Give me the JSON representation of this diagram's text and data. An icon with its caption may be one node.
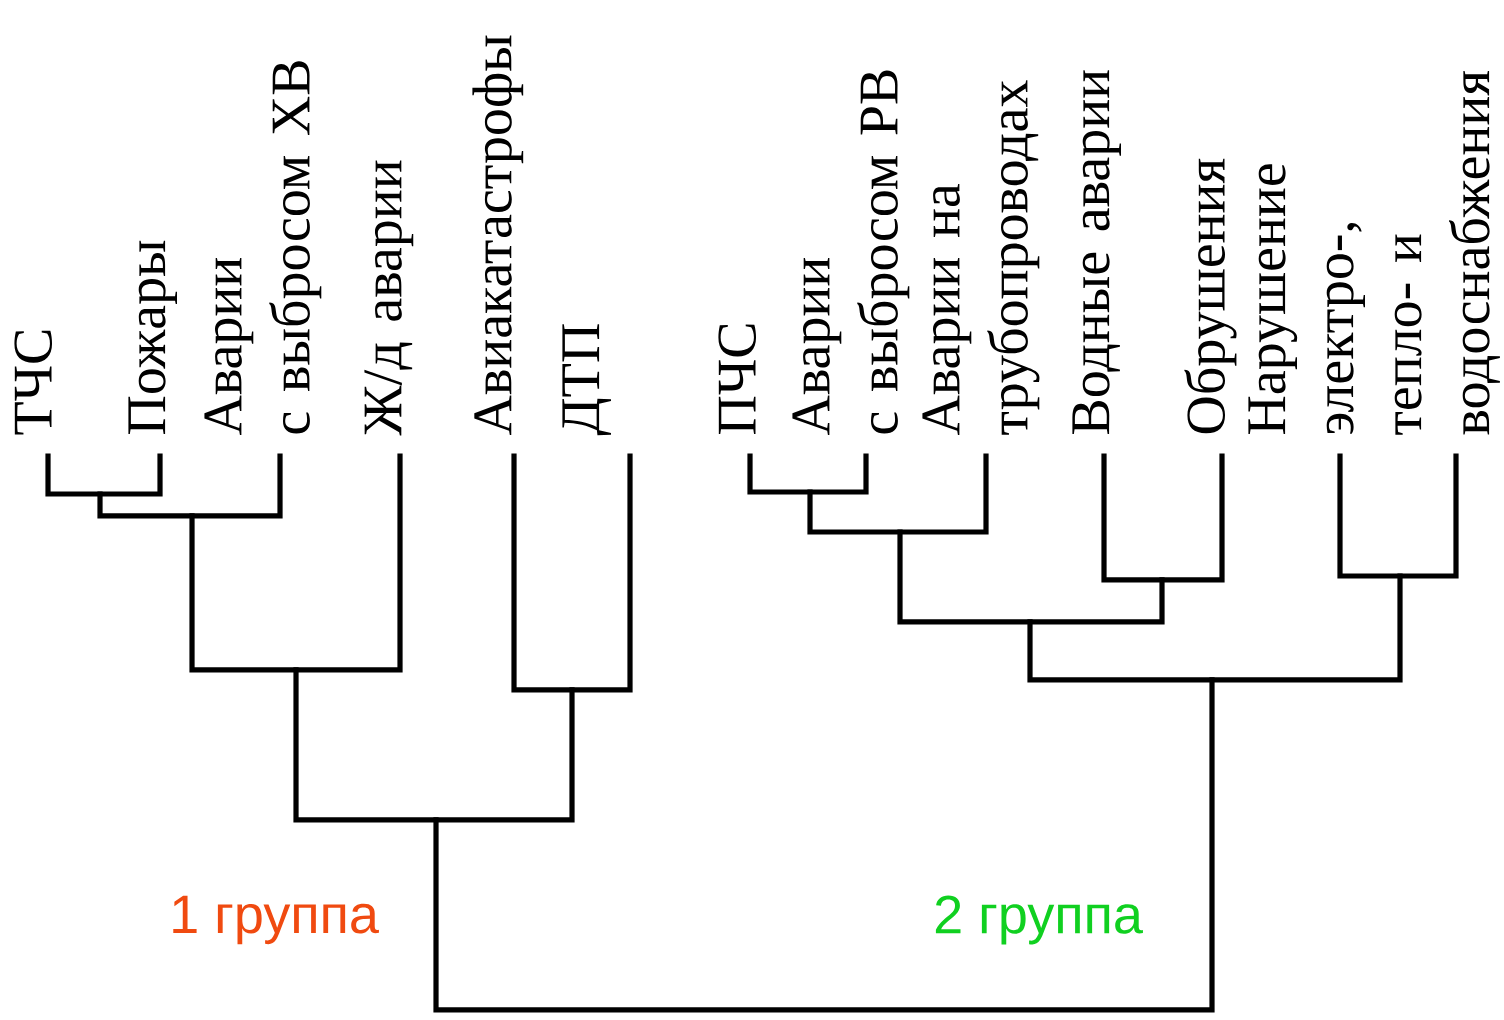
{
  "diagram": {
    "labels": [
      "ТЧС",
      "Пожары",
      "Аварии с выбросом ХВ",
      "Ж/д аварии",
      "Авиакатастрофы",
      "ДТП",
      "ПЧС",
      "Аварии с выбросом РВ",
      "Аварии на трубопроводах",
      "Водные аварии",
      "Обрушения",
      "Нарушение электро-, тепло- и водоснабжения",
      "1 группа",
      "2 группа"
    ]
  }
}
